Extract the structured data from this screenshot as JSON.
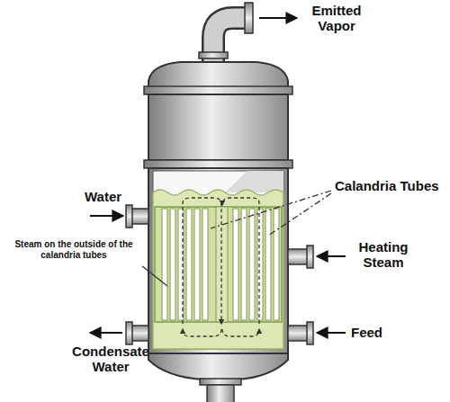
{
  "diagram": {
    "labels": [
      "Emitted Vapor",
      "Water",
      "Calandria Tubes",
      "Heating Steam",
      "Steam on the outside of the calandria tubes",
      "Feed",
      "Condensate Water"
    ]
  }
}
